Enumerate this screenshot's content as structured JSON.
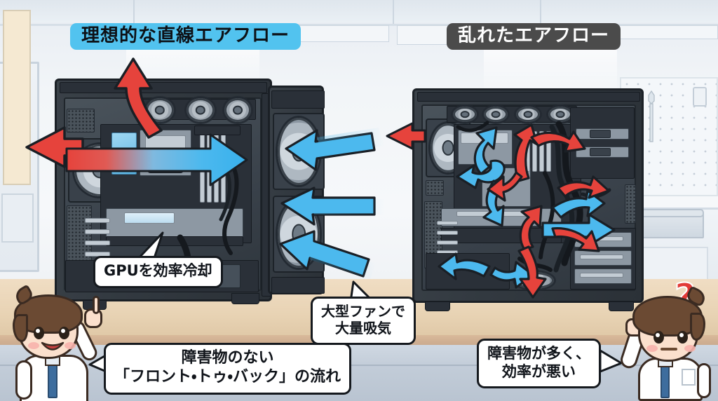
{
  "titles": {
    "left": "理想的な直線エアフロー",
    "right": "乱れたエアフロー",
    "left_bg": "#52c3ef",
    "right_bg": "#4b4b4b"
  },
  "callouts": {
    "gpu": "GPUを効率冷却",
    "big_fan": "大型ファンで\n大量吸気",
    "left_bottom": "障害物のない\n「フロント・トゥ・バック」の流れ",
    "right_bottom": "障害物が多く、\n効率が悪い"
  },
  "characters": {
    "left": {
      "name": "pointing-boy",
      "expression": "smiling",
      "gesture": "pointing-up"
    },
    "right": {
      "name": "confused-boy",
      "expression": "puzzled",
      "gesture": "scratching-head",
      "symbol": "?"
    }
  },
  "colors": {
    "arrow_hot": "#e6433c",
    "arrow_cool": "#4cb9ee",
    "case_body": "#333a41",
    "callout_bg": "#ffffff",
    "callout_border": "#15191e",
    "desk": "#e8d3b4",
    "floor": "#c2ccd8",
    "wall": "#f2f5f8"
  },
  "scene": {
    "left_panel_label": "ideal-straight-airflow-case",
    "right_panel_label": "turbulent-airflow-case",
    "background": "workshop-with-pegboard-and-desk"
  },
  "arrows": {
    "left": [
      {
        "name": "exhaust-top-curve",
        "color": "hot",
        "direction": "up"
      },
      {
        "name": "exhaust-rear-left",
        "color": "hot",
        "direction": "left"
      },
      {
        "name": "main-flow-front-to-back",
        "color": "gradient-hot-to-cool",
        "direction": "right"
      },
      {
        "name": "intake-front-upper",
        "color": "cool",
        "direction": "left"
      },
      {
        "name": "intake-front-middle",
        "color": "cool",
        "direction": "left"
      },
      {
        "name": "intake-front-lower",
        "color": "cool",
        "direction": "left"
      }
    ],
    "right": [
      {
        "name": "exhaust-rear-left",
        "color": "hot",
        "direction": "left"
      },
      {
        "name": "turbulent-cool-1",
        "color": "cool",
        "direction": "up-left"
      },
      {
        "name": "turbulent-cool-2",
        "color": "cool",
        "direction": "left"
      },
      {
        "name": "turbulent-cool-3",
        "color": "cool",
        "direction": "down-left"
      },
      {
        "name": "turbulent-cool-4",
        "color": "cool",
        "direction": "up-right"
      },
      {
        "name": "turbulent-cool-5",
        "color": "cool",
        "direction": "right"
      },
      {
        "name": "turbulent-cool-6",
        "color": "cool",
        "direction": "left"
      },
      {
        "name": "turbulent-hot-1",
        "color": "hot",
        "direction": "up"
      },
      {
        "name": "turbulent-hot-2",
        "color": "hot",
        "direction": "down"
      },
      {
        "name": "turbulent-hot-3",
        "color": "hot",
        "direction": "right"
      },
      {
        "name": "turbulent-hot-4",
        "color": "hot",
        "direction": "right"
      },
      {
        "name": "turbulent-hot-5",
        "color": "hot",
        "direction": "up"
      },
      {
        "name": "turbulent-hot-6",
        "color": "hot",
        "direction": "down"
      }
    ]
  }
}
